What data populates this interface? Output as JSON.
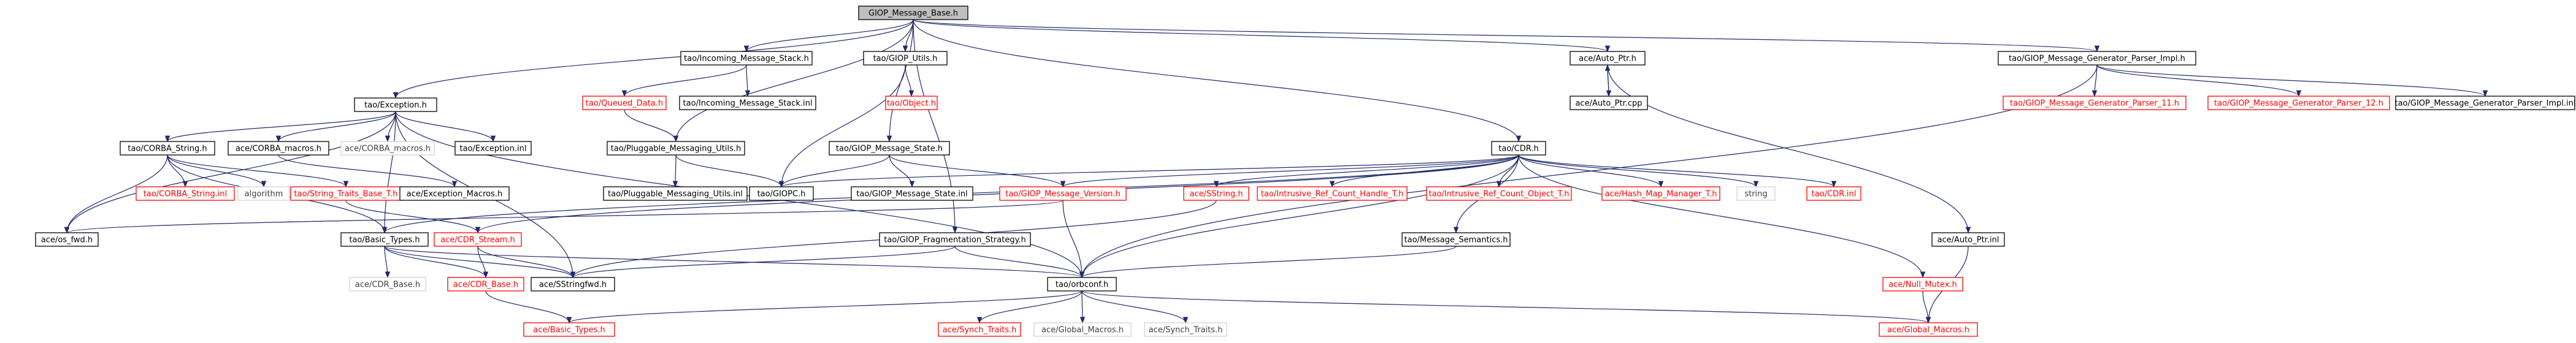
{
  "colors": {
    "edge": "#1f2a6b",
    "text": "#000000",
    "missing_text": "#ff0000",
    "root_fill": "#bfbfbf",
    "normal_border": "#000000",
    "missing_border": "#ff0000",
    "plain_border": "#d3d3d3",
    "plain_text": "#404040"
  },
  "nodes": {
    "giop_base": {
      "label": "GIOP_Message_Base.h",
      "kind": "root"
    },
    "exception_h": {
      "label": "tao/Exception.h",
      "kind": "normal"
    },
    "incoming_stack_h": {
      "label": "tao/Incoming_Message_Stack.h",
      "kind": "normal"
    },
    "giop_utils_h": {
      "label": "tao/GIOP_Utils.h",
      "kind": "normal"
    },
    "auto_ptr_h": {
      "label": "ace/Auto_Ptr.h",
      "kind": "normal"
    },
    "parser_impl_h": {
      "label": "tao/GIOP_Message_Generator_Parser_Impl.h",
      "kind": "normal"
    },
    "queued_data_h": {
      "label": "tao/Queued_Data.h",
      "kind": "missing"
    },
    "incoming_stack_inl": {
      "label": "tao/Incoming_Message_Stack.inl",
      "kind": "normal"
    },
    "object_h": {
      "label": "tao/Object.h",
      "kind": "missing"
    },
    "auto_ptr_cpp": {
      "label": "ace/Auto_Ptr.cpp",
      "kind": "normal"
    },
    "parser_11_h": {
      "label": "tao/GIOP_Message_Generator_Parser_11.h",
      "kind": "missing"
    },
    "parser_12_h": {
      "label": "tao/GIOP_Message_Generator_Parser_12.h",
      "kind": "missing"
    },
    "parser_impl_inl": {
      "label": "tao/GIOP_Message_Generator_Parser_Impl.inl",
      "kind": "normal"
    },
    "corba_string_h": {
      "label": "tao/CORBA_String.h",
      "kind": "normal"
    },
    "ace_corba_macros_h": {
      "label": "ace/CORBA_macros.h",
      "kind": "normal"
    },
    "ace_corba_macros_h2": {
      "label": "ace/CORBA_macros.h",
      "kind": "plain"
    },
    "exception_inl": {
      "label": "tao/Exception.inl",
      "kind": "normal"
    },
    "pluggable_utils_h": {
      "label": "tao/Pluggable_Messaging_Utils.h",
      "kind": "normal"
    },
    "giop_state_h": {
      "label": "tao/GIOP_Message_State.h",
      "kind": "normal"
    },
    "cdr_h": {
      "label": "tao/CDR.h",
      "kind": "normal"
    },
    "corba_string_inl": {
      "label": "tao/CORBA_String.inl",
      "kind": "missing"
    },
    "algorithm": {
      "label": "algorithm",
      "kind": "plain"
    },
    "string_traits_h": {
      "label": "tao/String_Traits_Base_T.h",
      "kind": "missing"
    },
    "exception_macros_h": {
      "label": "ace/Exception_Macros.h",
      "kind": "normal"
    },
    "pluggable_utils_inl": {
      "label": "tao/Pluggable_Messaging_Utils.inl",
      "kind": "normal"
    },
    "giopc_h": {
      "label": "tao/GIOPC.h",
      "kind": "normal"
    },
    "giop_state_inl": {
      "label": "tao/GIOP_Message_State.inl",
      "kind": "normal"
    },
    "giop_version_h": {
      "label": "tao/GIOP_Message_Version.h",
      "kind": "missing"
    },
    "sstring_h": {
      "label": "ace/SString.h",
      "kind": "missing"
    },
    "intrusive_handle_h": {
      "label": "tao/Intrusive_Ref_Count_Handle_T.h",
      "kind": "missing"
    },
    "intrusive_object_h": {
      "label": "tao/Intrusive_Ref_Count_Object_T.h",
      "kind": "missing"
    },
    "hash_map_h": {
      "label": "ace/Hash_Map_Manager_T.h",
      "kind": "missing"
    },
    "string": {
      "label": "string",
      "kind": "plain"
    },
    "cdr_inl": {
      "label": "tao/CDR.inl",
      "kind": "missing"
    },
    "os_fwd_h": {
      "label": "ace/os_fwd.h",
      "kind": "normal"
    },
    "tao_basic_types_h": {
      "label": "tao/Basic_Types.h",
      "kind": "normal"
    },
    "cdr_stream_h": {
      "label": "ace/CDR_Stream.h",
      "kind": "missing"
    },
    "frag_strategy_h": {
      "label": "tao/GIOP_Fragmentation_Strategy.h",
      "kind": "normal"
    },
    "msg_semantics_h": {
      "label": "tao/Message_Semantics.h",
      "kind": "normal"
    },
    "auto_ptr_inl": {
      "label": "ace/Auto_Ptr.inl",
      "kind": "normal"
    },
    "ace_cdr_base_h_plain": {
      "label": "ace/CDR_Base.h",
      "kind": "plain"
    },
    "ace_cdr_base_h": {
      "label": "ace/CDR_Base.h",
      "kind": "missing"
    },
    "sstringfwd_h": {
      "label": "ace/SStringfwd.h",
      "kind": "normal"
    },
    "orbconf_h": {
      "label": "tao/orbconf.h",
      "kind": "normal"
    },
    "null_mutex_h": {
      "label": "ace/Null_Mutex.h",
      "kind": "missing"
    },
    "ace_basic_types_h": {
      "label": "ace/Basic_Types.h",
      "kind": "missing"
    },
    "synch_traits_h": {
      "label": "ace/Synch_Traits.h",
      "kind": "missing"
    },
    "ace_global_macros_h_plain": {
      "label": "ace/Global_Macros.h",
      "kind": "plain"
    },
    "ace_synch_traits_h_plain": {
      "label": "ace/Synch_Traits.h",
      "kind": "plain"
    },
    "ace_global_macros_h": {
      "label": "ace/Global_Macros.h",
      "kind": "missing"
    }
  },
  "edges": [
    [
      "giop_base",
      "exception_h"
    ],
    [
      "giop_base",
      "incoming_stack_h"
    ],
    [
      "giop_base",
      "giop_utils_h"
    ],
    [
      "giop_base",
      "auto_ptr_h"
    ],
    [
      "giop_base",
      "parser_impl_h"
    ],
    [
      "giop_base",
      "pluggable_utils_h"
    ],
    [
      "giop_base",
      "giop_state_h"
    ],
    [
      "giop_base",
      "cdr_h"
    ],
    [
      "giop_base",
      "frag_strategy_h"
    ],
    [
      "incoming_stack_h",
      "queued_data_h"
    ],
    [
      "incoming_stack_h",
      "incoming_stack_inl"
    ],
    [
      "giop_utils_h",
      "object_h"
    ],
    [
      "giop_utils_h",
      "giopc_h"
    ],
    [
      "auto_ptr_h",
      "auto_ptr_cpp"
    ],
    [
      "auto_ptr_cpp",
      "auto_ptr_h"
    ],
    [
      "auto_ptr_h",
      "auto_ptr_inl"
    ],
    [
      "parser_impl_h",
      "parser_11_h"
    ],
    [
      "parser_impl_h",
      "parser_12_h"
    ],
    [
      "parser_impl_h",
      "parser_impl_inl"
    ],
    [
      "parser_impl_h",
      "orbconf_h"
    ],
    [
      "queued_data_h",
      "pluggable_utils_h"
    ],
    [
      "exception_h",
      "corba_string_h"
    ],
    [
      "exception_h",
      "ace_corba_macros_h"
    ],
    [
      "exception_h",
      "ace_corba_macros_h2"
    ],
    [
      "exception_h",
      "exception_inl"
    ],
    [
      "exception_h",
      "os_fwd_h"
    ],
    [
      "exception_h",
      "tao_basic_types_h"
    ],
    [
      "exception_h",
      "sstringfwd_h"
    ],
    [
      "exception_h",
      "orbconf_h"
    ],
    [
      "corba_string_h",
      "corba_string_inl"
    ],
    [
      "corba_string_h",
      "algorithm"
    ],
    [
      "corba_string_h",
      "string_traits_h"
    ],
    [
      "corba_string_h",
      "tao_basic_types_h"
    ],
    [
      "corba_string_h",
      "os_fwd_h"
    ],
    [
      "ace_corba_macros_h",
      "exception_macros_h"
    ],
    [
      "pluggable_utils_h",
      "pluggable_utils_inl"
    ],
    [
      "pluggable_utils_h",
      "giopc_h"
    ],
    [
      "giop_state_h",
      "giopc_h"
    ],
    [
      "giop_state_h",
      "giop_state_inl"
    ],
    [
      "giop_state_h",
      "giop_version_h"
    ],
    [
      "giop_version_h",
      "orbconf_h"
    ],
    [
      "giop_version_h",
      "os_fwd_h"
    ],
    [
      "cdr_h",
      "giopc_h"
    ],
    [
      "cdr_h",
      "giop_version_h"
    ],
    [
      "cdr_h",
      "sstring_h"
    ],
    [
      "cdr_h",
      "intrusive_handle_h"
    ],
    [
      "cdr_h",
      "intrusive_object_h"
    ],
    [
      "cdr_h",
      "hash_map_h"
    ],
    [
      "cdr_h",
      "string"
    ],
    [
      "cdr_h",
      "cdr_inl"
    ],
    [
      "cdr_h",
      "cdr_stream_h"
    ],
    [
      "cdr_h",
      "msg_semantics_h"
    ],
    [
      "cdr_h",
      "orbconf_h"
    ],
    [
      "cdr_h",
      "null_mutex_h"
    ],
    [
      "cdr_h",
      "tao_basic_types_h"
    ],
    [
      "string_traits_h",
      "cdr_stream_h"
    ],
    [
      "tao_basic_types_h",
      "ace_cdr_base_h_plain"
    ],
    [
      "tao_basic_types_h",
      "ace_cdr_base_h"
    ],
    [
      "tao_basic_types_h",
      "sstringfwd_h"
    ],
    [
      "tao_basic_types_h",
      "orbconf_h"
    ],
    [
      "cdr_stream_h",
      "ace_cdr_base_h"
    ],
    [
      "cdr_stream_h",
      "sstringfwd_h"
    ],
    [
      "frag_strategy_h",
      "orbconf_h"
    ],
    [
      "frag_strategy_h",
      "sstringfwd_h"
    ],
    [
      "msg_semantics_h",
      "orbconf_h"
    ],
    [
      "sstring_h",
      "sstringfwd_h"
    ],
    [
      "ace_cdr_base_h",
      "ace_basic_types_h"
    ],
    [
      "orbconf_h",
      "ace_basic_types_h"
    ],
    [
      "orbconf_h",
      "synch_traits_h"
    ],
    [
      "orbconf_h",
      "ace_global_macros_h_plain"
    ],
    [
      "orbconf_h",
      "ace_synch_traits_h_plain"
    ],
    [
      "orbconf_h",
      "ace_global_macros_h"
    ],
    [
      "null_mutex_h",
      "ace_global_macros_h"
    ],
    [
      "auto_ptr_inl",
      "ace_global_macros_h"
    ]
  ]
}
